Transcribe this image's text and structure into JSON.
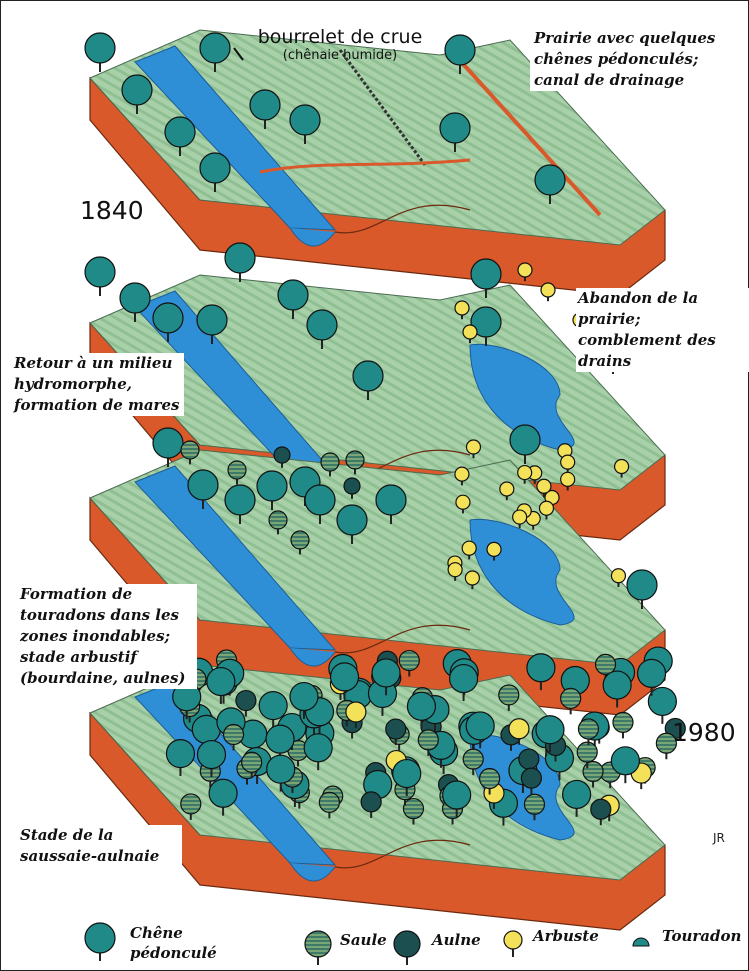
{
  "years": {
    "start": "1840",
    "end": "1980"
  },
  "crue": {
    "title": "bourrelet de crue",
    "subtitle": "(chênaie humide)"
  },
  "stages": [
    "Prairie avec quelques chênes pédonculés; canal de drainage",
    "Abandon de la prairie; comblement des drains",
    "Retour à un milieu hydromorphe, formation de mares",
    "Formation de touradons dans les zones inondables; stade arbustif (bourdaine, aulnes)",
    "Stade de la saussaie-aulnaie"
  ],
  "legend": [
    {
      "label": "Chêne pédonculé",
      "icon": "oak-tree-icon"
    },
    {
      "label": "Saule",
      "icon": "willow-icon"
    },
    {
      "label": "Aulne",
      "icon": "alder-icon"
    },
    {
      "label": "Arbuste",
      "icon": "shrub-icon"
    },
    {
      "label": "Touradon",
      "icon": "tussock-icon"
    }
  ],
  "colors": {
    "grass": "#9cc7a0",
    "water": "#2f8fd6",
    "soil": "#d9592a",
    "oak": "#1f8a88",
    "alder": "#1c5050",
    "shrub": "#f4e15a",
    "willow": "#6e9a6a"
  }
}
